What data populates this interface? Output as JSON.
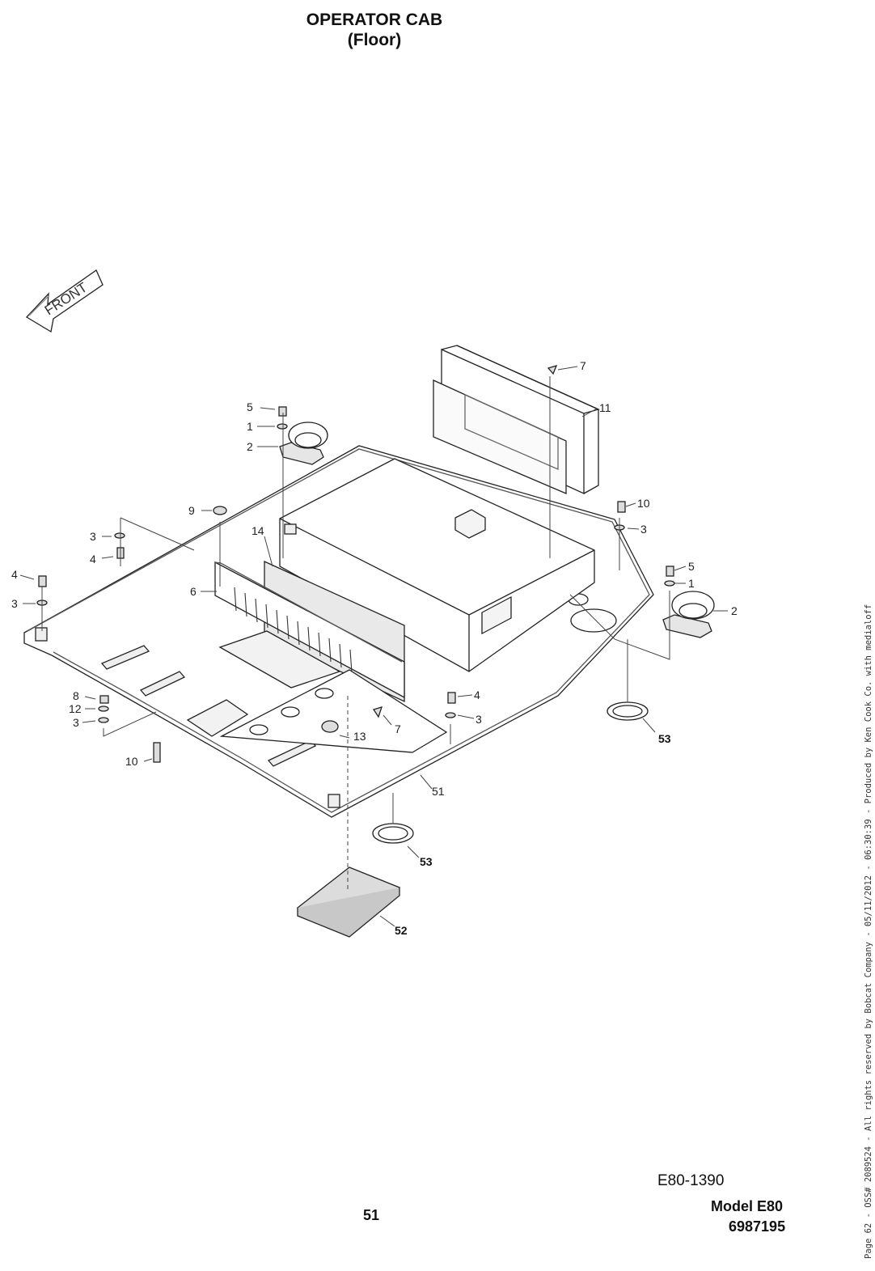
{
  "title": "OPERATOR CAB",
  "subtitle": "(Floor)",
  "front_label": "FRONT",
  "callouts": {
    "c5a": "5",
    "c1a": "1",
    "c2a": "2",
    "c7a": "7",
    "c11": "11",
    "c9": "9",
    "c14": "14",
    "c10a": "10",
    "c3a": "3",
    "c3b": "3",
    "c4a": "4",
    "c4b": "4",
    "c3c": "3",
    "c6": "6",
    "c5b": "5",
    "c1b": "1",
    "c2b": "2",
    "c8": "8",
    "c12": "12",
    "c3d": "3",
    "c10b": "10",
    "c4c": "4",
    "c3e": "3",
    "c7b": "7",
    "c13": "13",
    "c51": "51",
    "c53a": "53",
    "c53b": "53",
    "c52": "52"
  },
  "drawing_id": "E80-1390",
  "page_number": "51",
  "model": "Model E80",
  "part_number": "6987195",
  "side_note": "Page 62 - OSS# 2089524 - All rights reserved by Bobcat Company - 05/11/2012 - 06:30:39 - Produced by Ken Cook Co. with medialoff"
}
